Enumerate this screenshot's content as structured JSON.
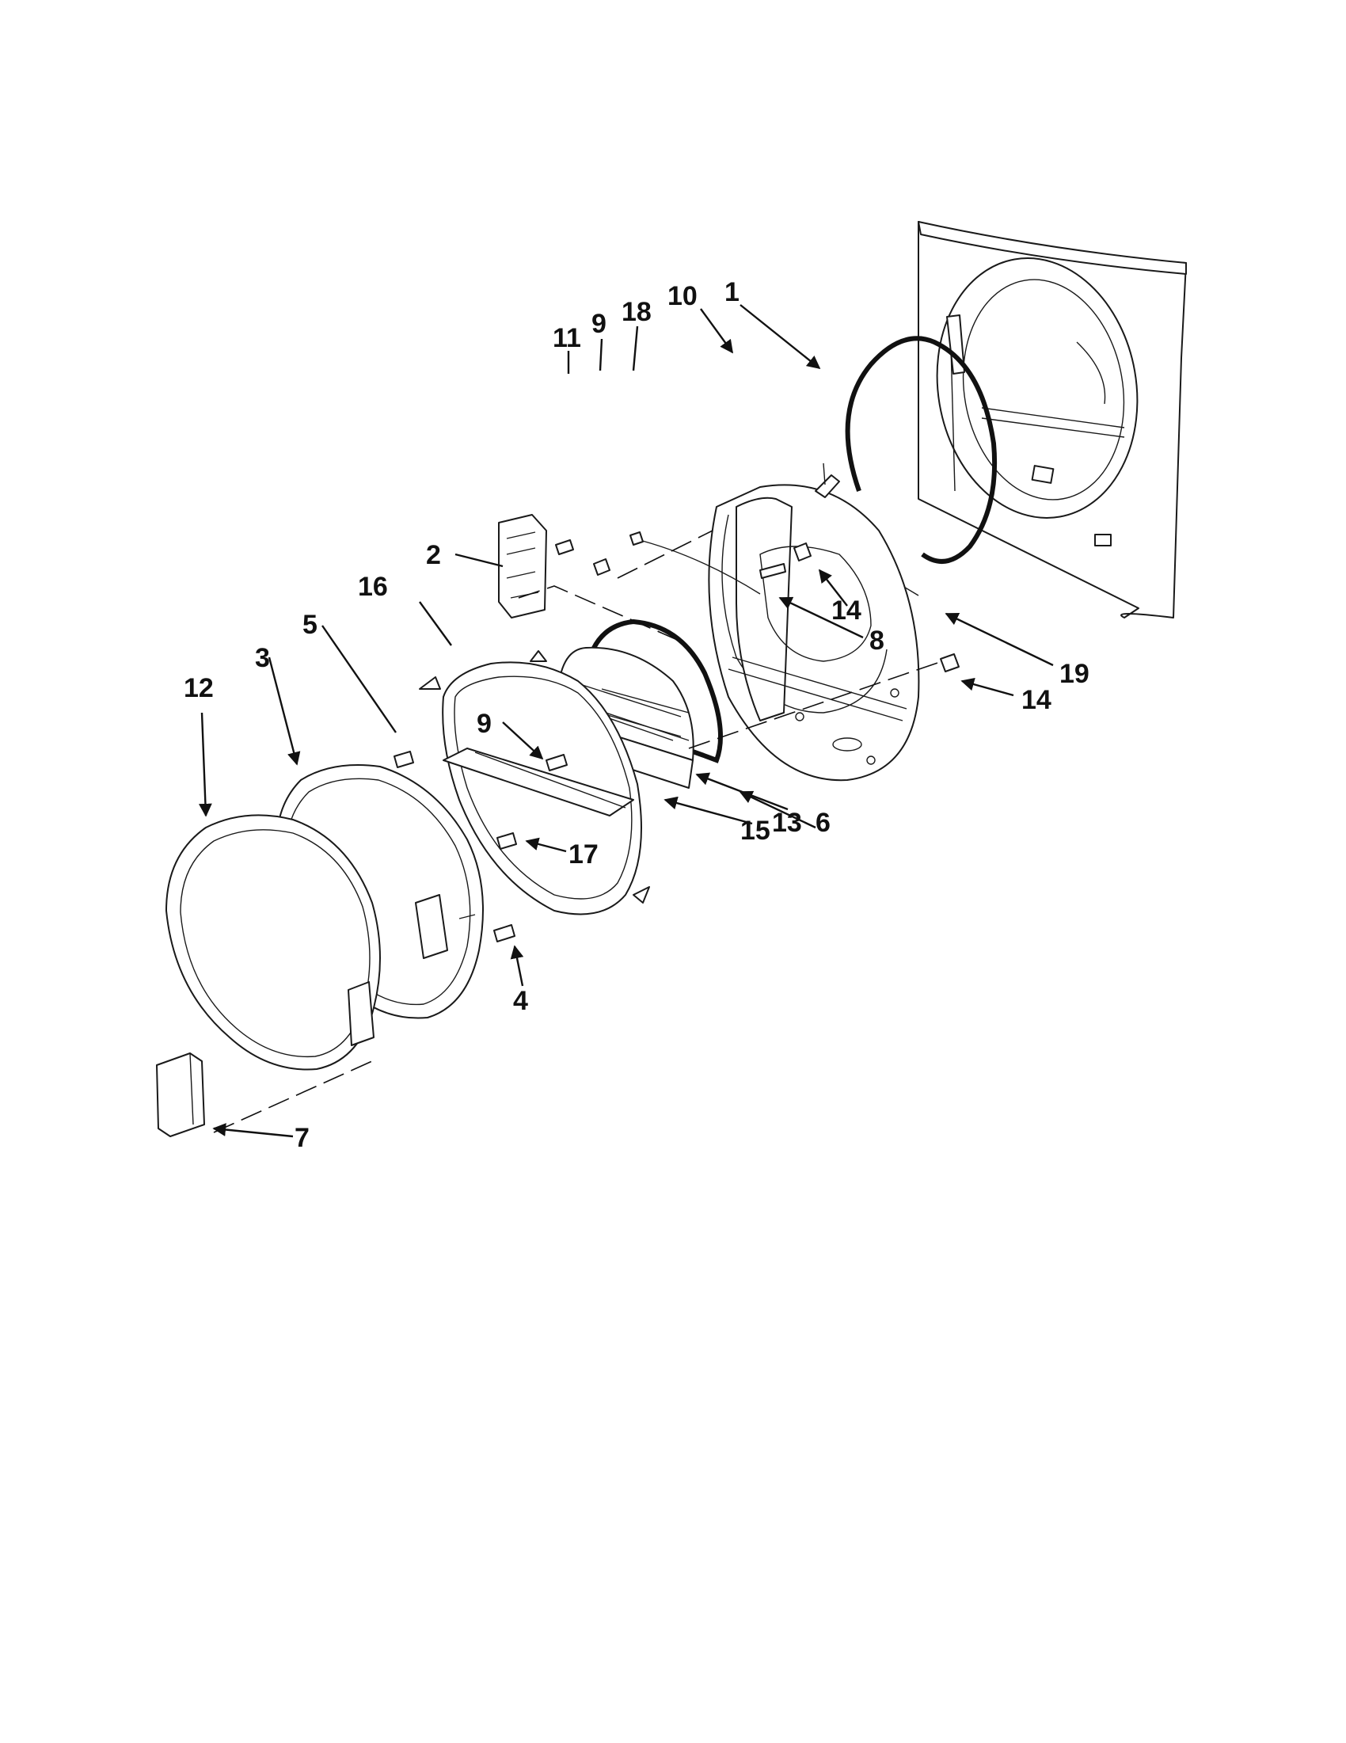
{
  "callouts": [
    {
      "key": "c1",
      "label": "1"
    },
    {
      "key": "c10",
      "label": "10"
    },
    {
      "key": "c18",
      "label": "18"
    },
    {
      "key": "c9a",
      "label": "9"
    },
    {
      "key": "c11",
      "label": "11"
    },
    {
      "key": "c2",
      "label": "2"
    },
    {
      "key": "c16",
      "label": "16"
    },
    {
      "key": "c5",
      "label": "5"
    },
    {
      "key": "c3",
      "label": "3"
    },
    {
      "key": "c12",
      "label": "12"
    },
    {
      "key": "c9b",
      "label": "9"
    },
    {
      "key": "c14a",
      "label": "14"
    },
    {
      "key": "c8",
      "label": "8"
    },
    {
      "key": "c19",
      "label": "19"
    },
    {
      "key": "c14b",
      "label": "14"
    },
    {
      "key": "c6",
      "label": "6"
    },
    {
      "key": "c13",
      "label": "13"
    },
    {
      "key": "c15",
      "label": "15"
    },
    {
      "key": "c17",
      "label": "17"
    },
    {
      "key": "c4",
      "label": "4"
    },
    {
      "key": "c7",
      "label": "7"
    }
  ]
}
